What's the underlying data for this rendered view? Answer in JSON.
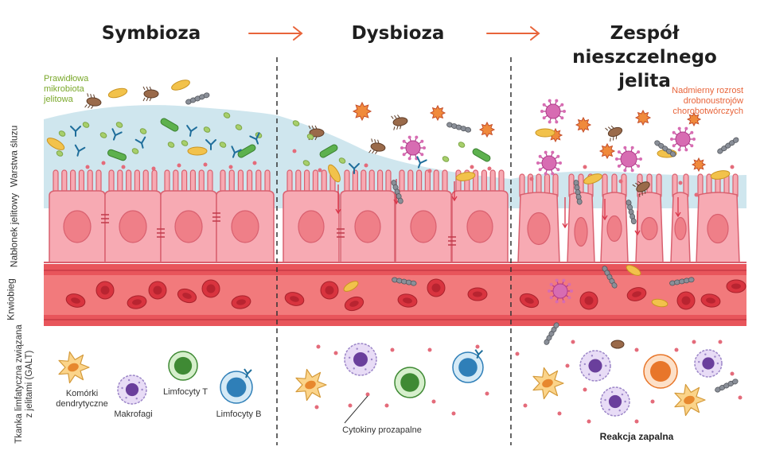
{
  "stages": [
    {
      "title": "Symbioza"
    },
    {
      "title": "Dysbioza"
    },
    {
      "title": "Zespół nieszczelnego jelita",
      "title_line1": "Zespół nieszczelnego",
      "title_line2": "jelita"
    }
  ],
  "side_labels": {
    "mucus": "Warstwa śluzu",
    "epithelium": "Nabłonek jelitowy",
    "blood": "Krwiobieg",
    "galt": "Tkanka limfatyczna związana z jelitami (GALT)"
  },
  "annotations": {
    "microbiota": "Prawidłowa mikrobiota jelitowa",
    "pathogen": "Nadmierny rozrost drobnoustrojów chorobotwórczych",
    "dendritic": "Komórki dendrytyczne",
    "macrophage": "Makrofagi",
    "t_cells": "Limfocyty T",
    "b_cells": "Limfocyty B",
    "cytokines": "Cytokiny prozapalne",
    "inflammation": "Reakcja zapalna"
  },
  "colors": {
    "mucus": "#cfe6ee",
    "cell_fill": "#f7aab3",
    "cell_stroke": "#d9606f",
    "nucleus": "#ef7f88",
    "blood_vessel": "#e8555b",
    "arrow": "#e8643a",
    "microbiota_text": "#7aa82a",
    "pathogen_text": "#e8643a"
  }
}
